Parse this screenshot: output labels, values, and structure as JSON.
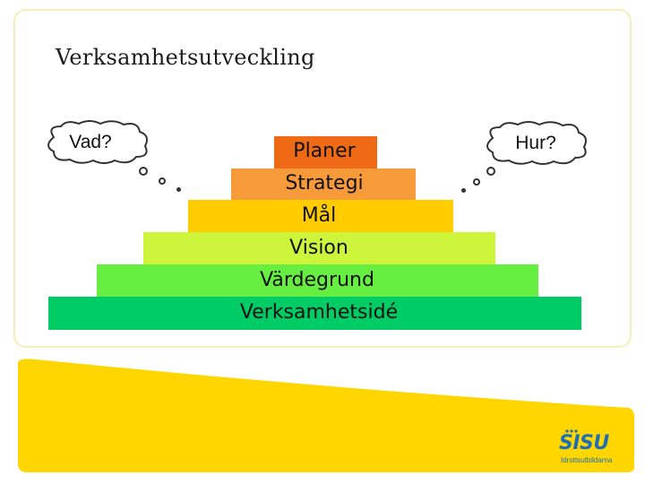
{
  "title": "Verksamhetsutveckling",
  "pyramid": {
    "tiers": [
      {
        "label": "Planer",
        "color": "#ee6a14"
      },
      {
        "label": "Strategi",
        "color": "#f79a3a"
      },
      {
        "label": "Mål",
        "color": "#ffcc00"
      },
      {
        "label": "Vision",
        "color": "#ccf53c"
      },
      {
        "label": "Värdegrund",
        "color": "#66ee40"
      },
      {
        "label": "Verksamhetsidé",
        "color": "#00cc66"
      }
    ]
  },
  "thoughts": {
    "left": "Vad?",
    "right": "Hur?"
  },
  "logo": {
    "word": "SISU",
    "subtitle": "Idrottsutbildarna",
    "color": "#1e6fb5"
  },
  "colors": {
    "band": "#ffd600",
    "card_border": "#f6efb8"
  }
}
